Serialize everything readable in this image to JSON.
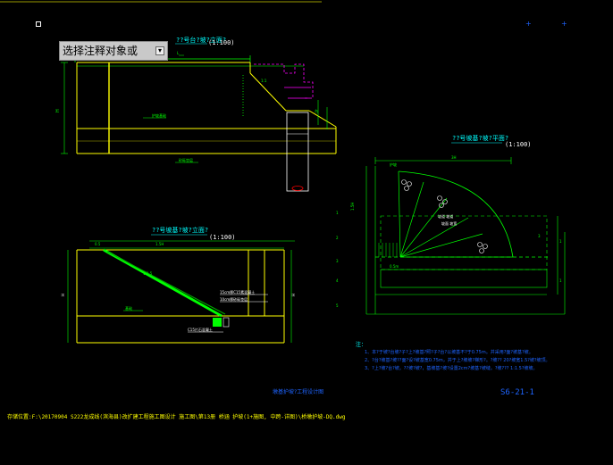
{
  "cad": {
    "tooltip_text": "选择注释对象或",
    "dropdown_glyph": "▾",
    "top_title_1": "??号台?坡?立面?",
    "top_title_1_scale": "(1:100)",
    "right_title": "??号坡基?坡?平面?",
    "right_title_scale": "(1:100)",
    "bottom_title": "??号坡基?坡?立面?",
    "bottom_title_scale": "(1:100)",
    "annot_15cm": "15cm厚C15素混凝土",
    "annot_10cm": "10cm厚砂砾垫层",
    "annot_bottom": "C15片石混凝土",
    "notes_head": "注：",
    "note_1": "1、本?于坡?台坡?子?上?坡基?照?子?台?以坡基不?于0.75m。并采用?面?坡基?坡。",
    "note_2": "2、?台?坡基?坡??面?设?坡基宽0.75m，并于上?坡坡?梯形?。?坡?? 20?坡宽1.5?坡?坡顶。",
    "note_3": "3、?上?坡?台?坡。??坡?坡?，基坡基?坡?设置2cm?坡基?坡缝。?坡??? 1:1.5?坡坡。",
    "drawing_name": "墩基护坡?工程设计图",
    "drawing_no": "S6-21-1",
    "file_path": "存储位置:F:\\20170904  S222龙成线(滨海县)改扩建工程施工图设计  施工图\\第13册 桥涵  护坡(1+施图, 中跨-详图)\\桥墩护坡-DQ.dwg",
    "colors": {
      "yellow": "#ffff00",
      "green": "#00ff00",
      "magenta": "#ff00ff",
      "cyan": "#00ffff",
      "white": "#ffffff",
      "blue": "#1e64ff",
      "red": "#ff0000"
    }
  }
}
